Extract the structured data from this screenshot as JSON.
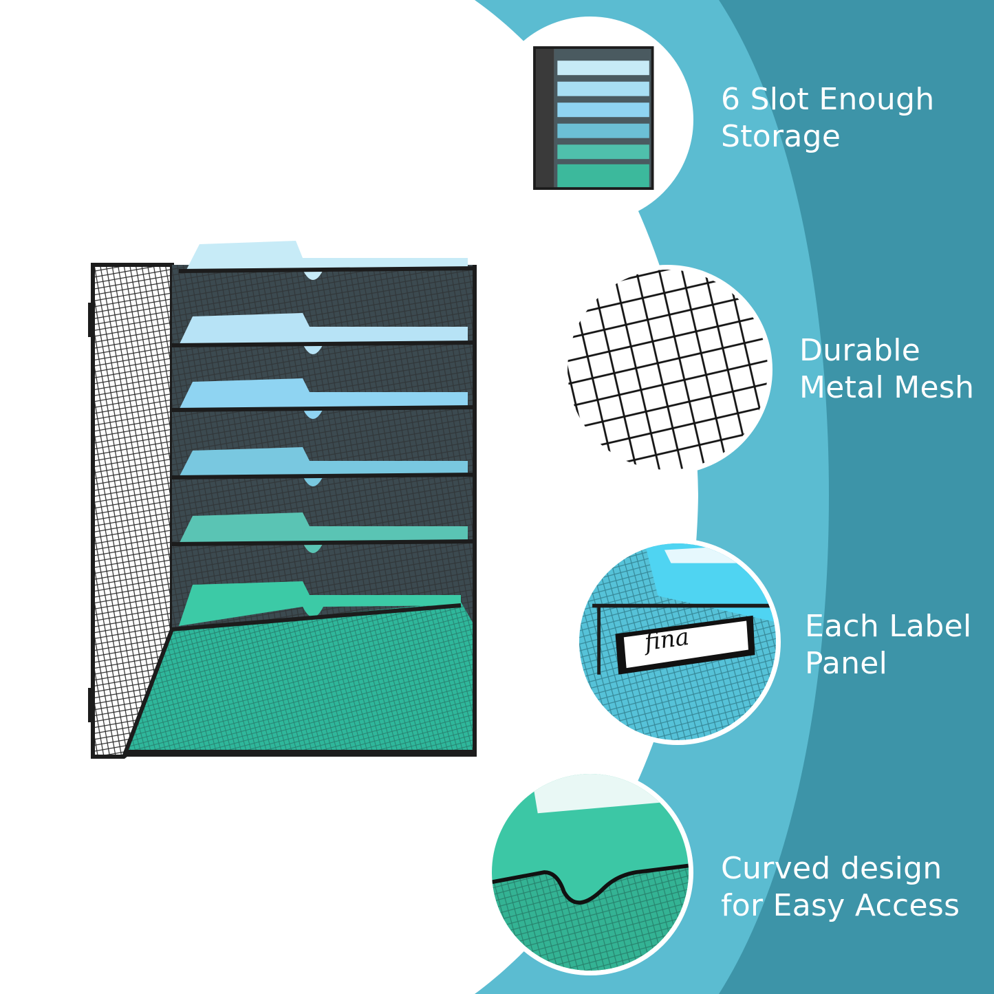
{
  "colors": {
    "background": "#ffffff",
    "band_light": "#5bbcd1",
    "band_dark": "#3d94a8",
    "text": "#ffffff",
    "frame": "#1c1c1c",
    "folder_top": "#b9e3f5",
    "folder_bottom": "#36c7a5"
  },
  "features": [
    {
      "icon": "organizer-thumbnail-icon",
      "line1": "6 Slot Enough",
      "line2": "Storage"
    },
    {
      "icon": "metal-mesh-icon",
      "line1": "Durable",
      "line2": "Metal Mesh"
    },
    {
      "icon": "label-panel-icon",
      "line1": "Each Label",
      "line2": "Panel",
      "label_text": "fina"
    },
    {
      "icon": "curved-edge-icon",
      "line1": "Curved design",
      "line2": "for Easy Access"
    }
  ]
}
